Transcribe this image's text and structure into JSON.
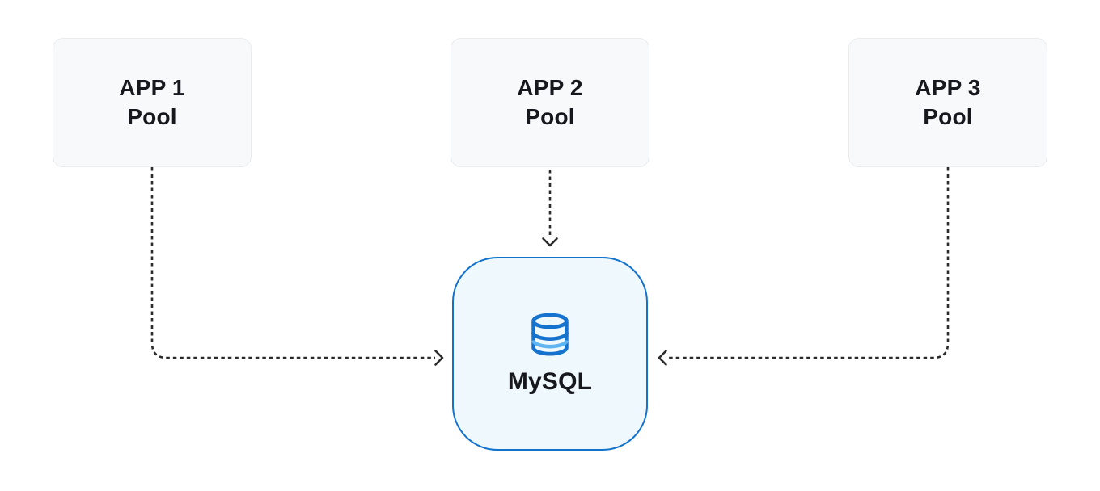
{
  "diagram": {
    "title": "app-pools-to-mysql-architecture",
    "app_nodes": [
      {
        "line1": "APP 1",
        "line2": "Pool"
      },
      {
        "line1": "APP 2",
        "line2": "Pool"
      },
      {
        "line1": "APP 3",
        "line2": "Pool"
      }
    ],
    "db_node": {
      "label": "MySQL",
      "icon": "database-icon"
    },
    "edges": [
      {
        "from": "APP 1 Pool",
        "to": "MySQL",
        "style": "dashed-arrow"
      },
      {
        "from": "APP 2 Pool",
        "to": "MySQL",
        "style": "dashed-arrow"
      },
      {
        "from": "APP 3 Pool",
        "to": "MySQL",
        "style": "dashed-arrow"
      }
    ]
  },
  "colors": {
    "app_fill": "#f8f9fa",
    "app_border": "#e9ebee",
    "db_fill": "#eff8fd",
    "db_border": "#1272cc",
    "icon_blue": "#1572cd",
    "icon_light": "#5fb4f2",
    "arrow": "#2b2b2b",
    "text": "#16181d"
  }
}
